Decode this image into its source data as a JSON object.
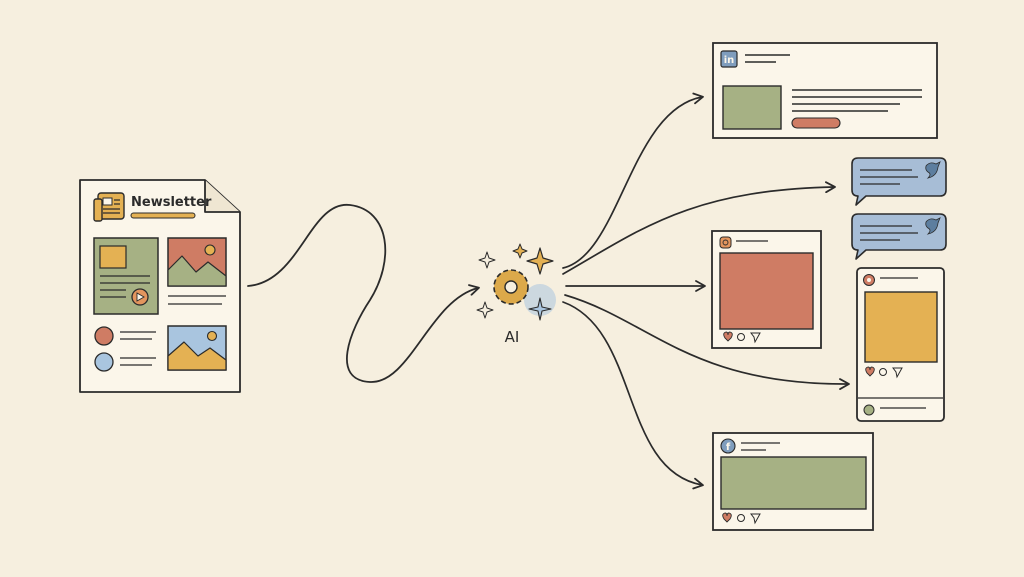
{
  "newsletter": {
    "title": "Newsletter"
  },
  "hub": {
    "label": "AI"
  },
  "outputs": {
    "linkedin": {
      "badge": "in"
    },
    "twitter": {
      "glyph": "bird-icon"
    },
    "instagram": {
      "glyph": "camera-icon"
    },
    "pinterest": {
      "glyph": "pin-icon"
    },
    "facebook": {
      "badge": "f"
    }
  },
  "colors": {
    "background": "#f6efdf",
    "ink": "#2b2b2b",
    "sage": "#a6b184",
    "terracotta": "#cf7c64",
    "mustard": "#e4b153",
    "sky": "#a9c5df",
    "slate_blue": "#a7bdd6",
    "gold": "#dca94a",
    "orange": "#e3955e"
  }
}
